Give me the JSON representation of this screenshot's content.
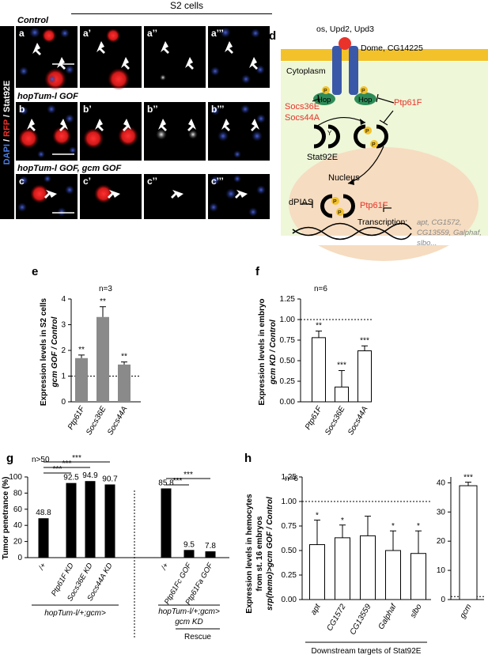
{
  "header": {
    "title": "S2 cells"
  },
  "side_label": {
    "dapi": "DAPI",
    "sep1": " / ",
    "rfp": "RFP",
    "sep2": " / ",
    "stat": "Stat92E"
  },
  "micro": {
    "rows": [
      {
        "title": "Control",
        "panels": [
          "a",
          "a’",
          "a’’",
          "a’’’"
        ]
      },
      {
        "title": "hopTum-l GOF",
        "panels": [
          "b",
          "b’",
          "b’’",
          "b’’’"
        ]
      },
      {
        "title": "hopTum-l GOF, gcm GOF",
        "panels": [
          "c",
          "c’",
          "c’’",
          "c’’’"
        ]
      }
    ]
  },
  "diagram": {
    "letter": "d",
    "ligands": "os, Upd2, Upd3",
    "receptor": "Dome, CG14225",
    "cytoplasm": "Cytoplasm",
    "hop": "Hop",
    "p": "P",
    "y": "Y",
    "socs36e": "Socs36E",
    "socs44a": "Socs44A",
    "ptp61f": "Ptp61F",
    "stat": "Stat92E",
    "nucleus": "Nucleus",
    "dpias": "dPIAS",
    "transcription": "Transcription:",
    "targets1": "apt, CG1572,",
    "targets2": "CG13559, Galphaf,",
    "targets3": "slbo..."
  },
  "colors": {
    "accent_red": "#e8322a",
    "blue": "#3a58a8",
    "green": "#2e8b57",
    "yellow": "#f3c22a",
    "nucleus": "#f6dcc0",
    "cytoplasm": "#eef7d8",
    "bar_gray": "#8a8a8a"
  },
  "panel_e": {
    "letter": "e",
    "n": "n=3",
    "ylabel1": "Expression levels in S2 cells",
    "ylabel2": "gcm GOF / Control",
    "yticks": [
      "0",
      "1",
      "2",
      "3",
      "4"
    ],
    "sig": [
      "**",
      "**",
      "**"
    ],
    "chart_data": {
      "type": "bar",
      "categories": [
        "Ptp61F",
        "Socs36E",
        "Socs44A"
      ],
      "values": [
        1.7,
        3.3,
        1.45
      ],
      "errors": [
        0.12,
        0.4,
        0.1
      ],
      "ylim": [
        0,
        4
      ],
      "reference_line": 1
    }
  },
  "panel_f": {
    "letter": "f",
    "n": "n=6",
    "ylabel1": "Expression levels in embryo",
    "ylabel2": "gcm KD / Control",
    "yticks": [
      "0.00",
      "0.25",
      "0.50",
      "0.75",
      "1.00",
      "1.25"
    ],
    "sig": [
      "**",
      "***",
      "***"
    ],
    "chart_data": {
      "type": "bar",
      "categories": [
        "Ptp61F",
        "Socs36E",
        "Socs44A"
      ],
      "values": [
        0.78,
        0.18,
        0.62
      ],
      "errors": [
        0.08,
        0.2,
        0.06
      ],
      "ylim": [
        0,
        1.25
      ],
      "reference_line": 1.0
    }
  },
  "panel_g": {
    "letter": "g",
    "n": "n>50",
    "ylabel": "Tumor penetrance (%)",
    "yticks": [
      "0",
      "20",
      "40",
      "60",
      "80",
      "100"
    ],
    "sig": [
      "***",
      "***",
      "***",
      "***",
      "***"
    ],
    "group1": "hopTum-l/+;gcm>",
    "group2a": "hopTum-l/+;gcm>",
    "group2b": "gcm KD",
    "rescue": "Rescue",
    "chart_data": {
      "type": "bar",
      "categories": [
        "/+",
        "Ptp61F KD",
        "Socs36E KD",
        "Socs44A KD",
        "/+",
        "Ptp61Fc GOF",
        "Ptp61Fa GOF"
      ],
      "values": [
        48.8,
        92.5,
        94.9,
        90.7,
        85.8,
        9.5,
        7.8
      ],
      "labels": [
        "48.8",
        "92.5",
        "94.9",
        "90.7",
        "85.8",
        "9.5",
        "7.8"
      ],
      "ylim": [
        0,
        100
      ]
    }
  },
  "panel_h": {
    "letter": "h",
    "n": "n=6",
    "ylabel1": "Expression levels in hemocytes",
    "ylabel2": "from st. 16 embryos",
    "ylabel3": "srp(hemo)>gcm GOF / Control",
    "yticks": [
      "0.00",
      "0.25",
      "0.50",
      "0.75",
      "1.00",
      "1.25"
    ],
    "yticks2": [
      "0",
      "10",
      "20",
      "30",
      "40"
    ],
    "sig": [
      "*",
      "*",
      "",
      "*",
      "*"
    ],
    "sig_gcm": "***",
    "xlabel": "Downstream targets of Stat92E",
    "chart_data": [
      {
        "type": "bar",
        "categories": [
          "apt",
          "CG1572",
          "CG13559",
          "Galphaf",
          "slbo"
        ],
        "values": [
          0.56,
          0.63,
          0.65,
          0.5,
          0.47
        ],
        "errors": [
          0.25,
          0.13,
          0.2,
          0.2,
          0.23
        ],
        "ylim": [
          0,
          1.25
        ],
        "reference_line": 1.0
      },
      {
        "type": "bar",
        "categories": [
          "gcm"
        ],
        "values": [
          39
        ],
        "errors": [
          1.2
        ],
        "ylim": [
          0,
          42
        ],
        "reference_line": 1
      }
    ]
  }
}
